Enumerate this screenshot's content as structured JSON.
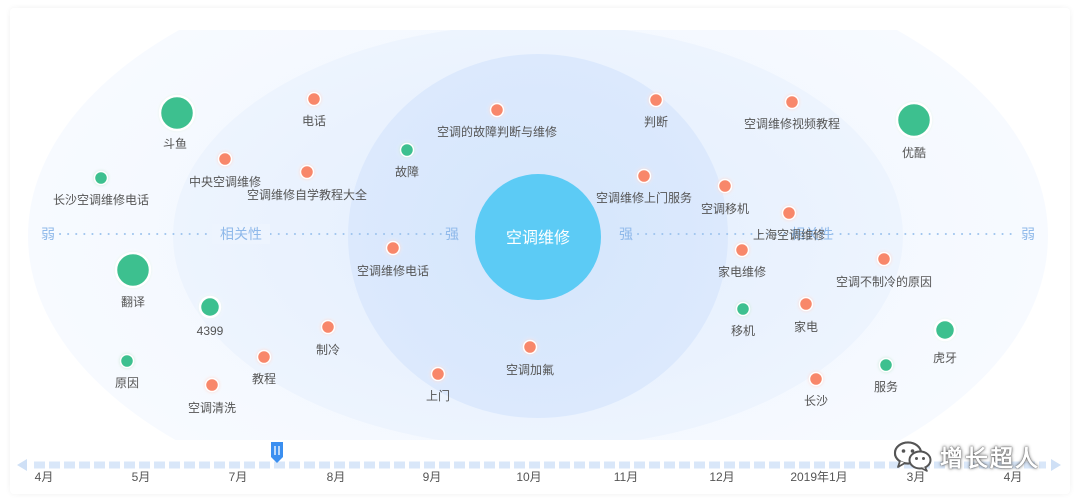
{
  "chart_data": {
    "type": "scatter",
    "center_label": "空调维修",
    "axis": {
      "left_weak": "弱",
      "left_relevance": "相关性",
      "left_strong": "强",
      "right_strong": "强",
      "right_relevance": "相关性",
      "right_weak": "弱"
    },
    "timeline": [
      "4月",
      "5月",
      "7月",
      "8月",
      "9月",
      "10月",
      "11月",
      "12月",
      "2019年1月",
      "3月",
      "4月"
    ],
    "colors": {
      "orange": "#f8876a",
      "green": "#3ec08f",
      "center": "#5ccbf5",
      "axis": "#9ec4ee",
      "label": "#555555"
    },
    "points": [
      {
        "label": "斗鱼",
        "color": "green",
        "size": "large"
      },
      {
        "label": "长沙空调维修电话",
        "color": "green",
        "size": "small"
      },
      {
        "label": "电话",
        "color": "orange",
        "size": "small"
      },
      {
        "label": "中央空调维修",
        "color": "orange",
        "size": "small"
      },
      {
        "label": "空调维修自学教程大全",
        "color": "orange",
        "size": "small"
      },
      {
        "label": "故障",
        "color": "green",
        "size": "small"
      },
      {
        "label": "空调的故障判断与维修",
        "color": "orange",
        "size": "small"
      },
      {
        "label": "判断",
        "color": "orange",
        "size": "small"
      },
      {
        "label": "空调维修上门服务",
        "color": "orange",
        "size": "small"
      },
      {
        "label": "空调维修视频教程",
        "color": "orange",
        "size": "small"
      },
      {
        "label": "优酷",
        "color": "green",
        "size": "large"
      },
      {
        "label": "空调移机",
        "color": "orange",
        "size": "small"
      },
      {
        "label": "上海空调维修",
        "color": "orange",
        "size": "small"
      },
      {
        "label": "翻译",
        "color": "green",
        "size": "large"
      },
      {
        "label": "空调维修电话",
        "color": "orange",
        "size": "small"
      },
      {
        "label": "家电维修",
        "color": "orange",
        "size": "small"
      },
      {
        "label": "空调不制冷的原因",
        "color": "orange",
        "size": "small"
      },
      {
        "label": "4399",
        "color": "green",
        "size": "medium"
      },
      {
        "label": "制冷",
        "color": "orange",
        "size": "small"
      },
      {
        "label": "移机",
        "color": "green",
        "size": "small"
      },
      {
        "label": "家电",
        "color": "orange",
        "size": "small"
      },
      {
        "label": "虎牙",
        "color": "green",
        "size": "medium"
      },
      {
        "label": "原因",
        "color": "green",
        "size": "small"
      },
      {
        "label": "教程",
        "color": "orange",
        "size": "small"
      },
      {
        "label": "空调加氟",
        "color": "orange",
        "size": "small"
      },
      {
        "label": "服务",
        "color": "green",
        "size": "small"
      },
      {
        "label": "空调清洗",
        "color": "orange",
        "size": "small"
      },
      {
        "label": "上门",
        "color": "orange",
        "size": "small"
      },
      {
        "label": "长沙",
        "color": "orange",
        "size": "small"
      }
    ]
  },
  "watermark": {
    "text": "增长超人",
    "icon": "wechat-icon"
  }
}
